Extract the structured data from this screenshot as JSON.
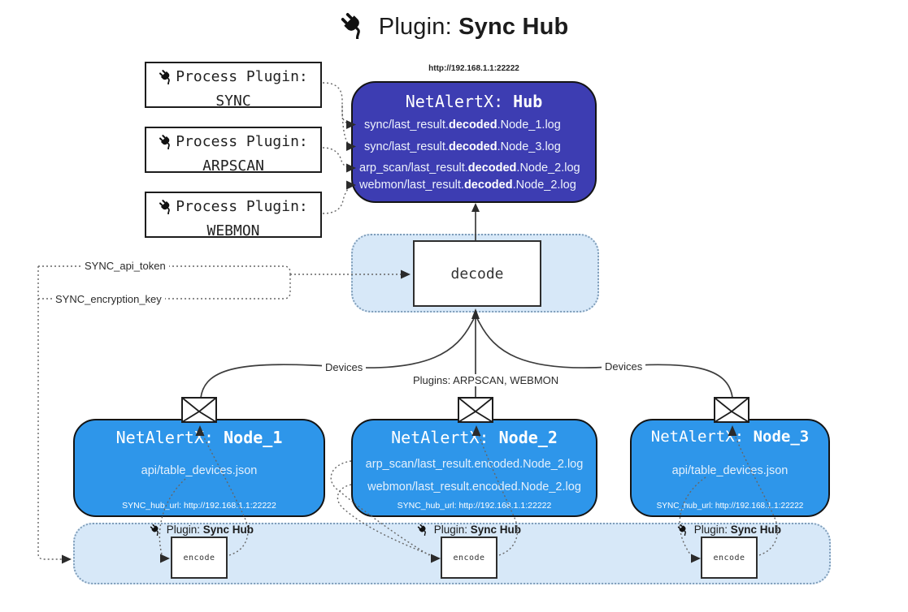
{
  "title": {
    "prefix": "Plugin:",
    "name": "Sync Hub"
  },
  "colors": {
    "hub_bg": "#3d3db2",
    "node_bg": "#2e96ea",
    "band_bg": "#d7e8f8"
  },
  "hub": {
    "url": "http://192.168.1.1:22222",
    "name_prefix": "NetAlertX:",
    "name": "Hub",
    "files": [
      {
        "pre": "sync/last_result.",
        "bold": "decoded",
        "post": ".Node_1.log"
      },
      {
        "pre": "sync/last_result.",
        "bold": "decoded",
        "post": ".Node_3.log"
      },
      {
        "pre": "arp_scan/last_result.",
        "bold": "decoded",
        "post": ".Node_2.log"
      },
      {
        "pre": "webmon/last_result.",
        "bold": "decoded",
        "post": ".Node_2.log"
      }
    ]
  },
  "process_plugins": [
    {
      "label": "Process Plugin:",
      "name": "SYNC"
    },
    {
      "label": "Process Plugin:",
      "name": "ARPSCAN"
    },
    {
      "label": "Process Plugin:",
      "name": "WEBMON"
    }
  ],
  "decode": {
    "label": "decode"
  },
  "wires": {
    "api_token": "SYNC_api_token",
    "encryption_key": "SYNC_encryption_key",
    "devices_left": "Devices",
    "devices_right": "Devices",
    "plugins_mid": "Plugins: ARPSCAN, WEBMON"
  },
  "nodes": [
    {
      "name_prefix": "NetAlertX:",
      "name": "Node_1",
      "files": [
        "api/table_devices.json"
      ],
      "hub_url": "SYNC_hub_url: http://192.168.1.1:22222"
    },
    {
      "name_prefix": "NetAlertX:",
      "name": "Node_2",
      "files": [
        "arp_scan/last_result.encoded.Node_2.log",
        "webmon/last_result.encoded.Node_2.log"
      ],
      "hub_url": "SYNC_hub_url: http://192.168.1.1:22222"
    },
    {
      "name_prefix": "NetAlertX:",
      "name": "Node_3",
      "files": [
        "api/table_devices.json"
      ],
      "hub_url": "SYNC_hub_url: http://192.168.1.1:22222"
    }
  ],
  "encoders": [
    {
      "label_prefix": "Plugin:",
      "label_name": "Sync Hub",
      "box": "encode"
    },
    {
      "label_prefix": "Plugin:",
      "label_name": "Sync Hub",
      "box": "encode"
    },
    {
      "label_prefix": "Plugin:",
      "label_name": "Sync Hub",
      "box": "encode"
    }
  ]
}
